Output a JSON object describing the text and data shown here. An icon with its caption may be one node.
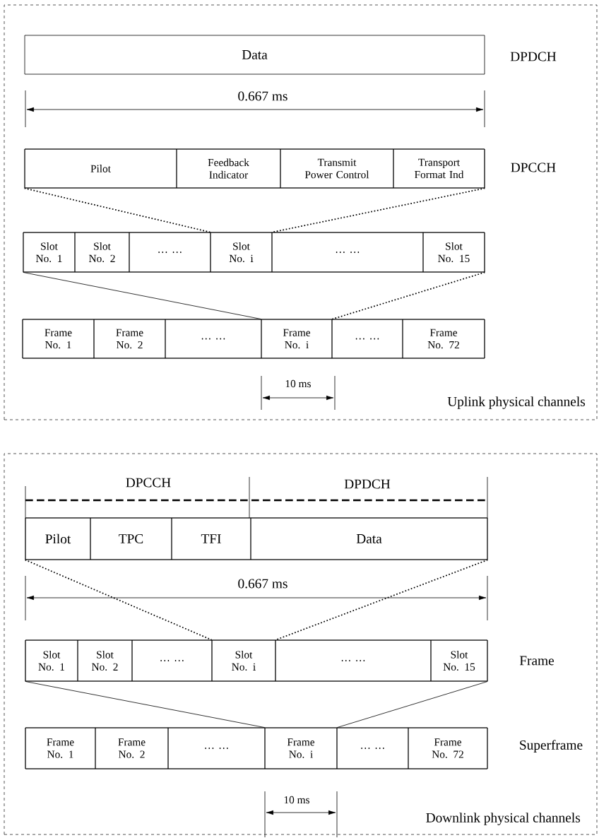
{
  "diagram": {
    "nodes": [
      {
        "text": [
          "Uplink physical channels"
        ]
      },
      {
        "text": [
          "Data"
        ],
        "in": 0,
        "beside": [
          "DPDCH"
        ]
      },
      {
        "text": [],
        "shape": "bar",
        "in": 0,
        "beside": [
          "DPCCH"
        ]
      },
      {
        "text": [
          "Pilot"
        ],
        "in": 2
      },
      {
        "text": [
          "Feedback Indicator"
        ],
        "in": 2
      },
      {
        "text": [
          "Transmit Power Control"
        ],
        "in": 2
      },
      {
        "text": [
          "Transport Format Ind"
        ],
        "in": 2
      },
      {
        "text": [],
        "shape": "bar",
        "in": 0
      },
      {
        "text": [
          "Slot No. 1"
        ],
        "in": 7
      },
      {
        "text": [
          "Slot No. 2"
        ],
        "in": 7
      },
      {
        "text": [
          "… …"
        ],
        "in": 7
      },
      {
        "text": [
          "Slot No. i"
        ],
        "in": 7
      },
      {
        "text": [
          "… …"
        ],
        "in": 7
      },
      {
        "text": [
          "Slot No. 15"
        ],
        "in": 7
      },
      {
        "text": [],
        "shape": "bar",
        "in": 0
      },
      {
        "text": [
          "Frame No. 1"
        ],
        "in": 14
      },
      {
        "text": [
          "Frame No. 2"
        ],
        "in": 14
      },
      {
        "text": [
          "… …"
        ],
        "in": 14
      },
      {
        "text": [
          "Frame No. i"
        ],
        "in": 14
      },
      {
        "text": [
          "… …"
        ],
        "in": 14
      },
      {
        "text": [
          "Frame No. 72"
        ],
        "in": 14
      },
      {
        "text": [
          "Downlink physical channels"
        ]
      },
      {
        "text": [],
        "shape": "bar",
        "in": 21
      },
      {
        "text": [
          "Pilot"
        ],
        "in": 22
      },
      {
        "text": [
          "TPC"
        ],
        "in": 22
      },
      {
        "text": [
          "TFI"
        ],
        "in": 22
      },
      {
        "text": [
          "Data"
        ],
        "in": 22
      },
      {
        "text": [],
        "shape": "bar",
        "in": 21,
        "beside": [
          "Frame"
        ]
      },
      {
        "text": [
          "Slot No. 1"
        ],
        "in": 27
      },
      {
        "text": [
          "Slot No. 2"
        ],
        "in": 27
      },
      {
        "text": [
          "… …"
        ],
        "in": 27
      },
      {
        "text": [
          "Slot No. i"
        ],
        "in": 27
      },
      {
        "text": [
          "… …"
        ],
        "in": 27
      },
      {
        "text": [
          "Slot No. 15"
        ],
        "in": 27
      },
      {
        "text": [],
        "shape": "bar",
        "in": 21,
        "beside": [
          "Superframe"
        ]
      },
      {
        "text": [
          "Frame No. 1"
        ],
        "in": 34
      },
      {
        "text": [
          "Frame No. 2"
        ],
        "in": 34
      },
      {
        "text": [
          "… …"
        ],
        "in": 34
      },
      {
        "text": [
          "Frame No. i"
        ],
        "in": 34
      },
      {
        "text": [
          "… …"
        ],
        "in": 34
      },
      {
        "text": [
          "Frame No. 72"
        ],
        "in": 34
      }
    ],
    "edges": [
      {
        "from": 2,
        "to": 11,
        "arrow": "none",
        "style": "dashed"
      },
      {
        "from": 2,
        "to": 11,
        "arrow": "none",
        "style": "dashed"
      },
      {
        "from": 7,
        "to": 18,
        "arrow": "none"
      },
      {
        "from": 7,
        "to": 18,
        "arrow": "none",
        "style": "dashed"
      },
      {
        "from": 22,
        "to": 31,
        "arrow": "none",
        "style": "dashed"
      },
      {
        "from": 22,
        "to": 31,
        "arrow": "none",
        "style": "dashed"
      },
      {
        "from": 27,
        "to": 38,
        "arrow": "none"
      },
      {
        "from": 27,
        "to": 38,
        "arrow": "none"
      }
    ],
    "labels": [
      "0.667 ms",
      "10 ms",
      "DPCCH",
      "DPDCH",
      "0.667 ms",
      "10 ms"
    ]
  }
}
